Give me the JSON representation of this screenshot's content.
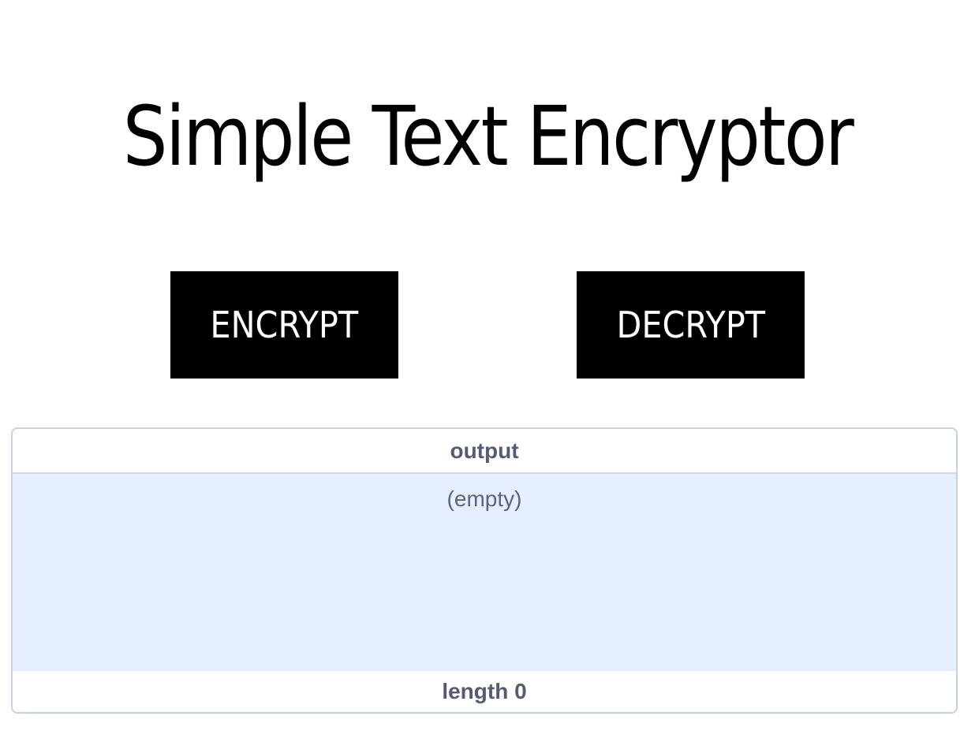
{
  "header": {
    "title": "Simple Text Encryptor"
  },
  "actions": {
    "encrypt_label": "ENCRYPT",
    "decrypt_label": "DECRYPT"
  },
  "output": {
    "label": "output",
    "value": "(empty)",
    "length_text": "length 0",
    "length": 0
  },
  "colors": {
    "button_bg": "#000000",
    "button_text": "#ffffff",
    "panel_border": "#c9d1dd",
    "panel_body_bg": "#e5efff",
    "panel_text": "#555b70"
  }
}
